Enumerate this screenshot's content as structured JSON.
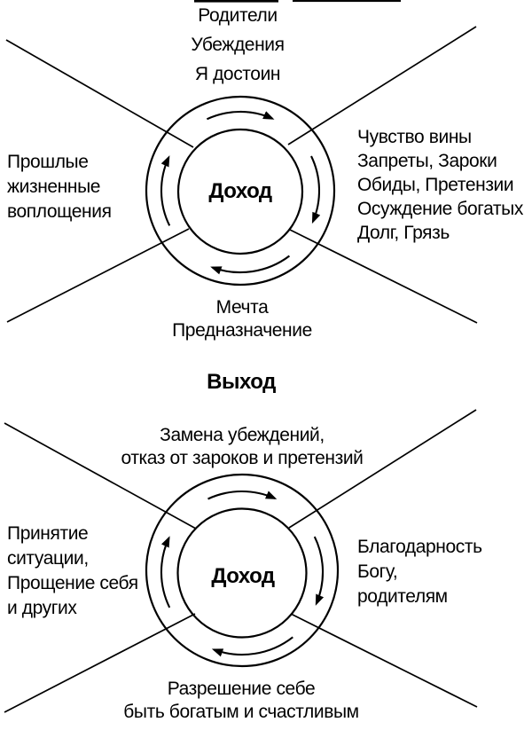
{
  "page": {
    "background": "#ffffff",
    "ink": "#000000"
  },
  "diagram_problems": {
    "center_label": "Доход",
    "top_label": {
      "lines": [
        "Родители",
        "Убеждения",
        "Я достоин"
      ]
    },
    "left_label": {
      "lines": [
        "Прошлые",
        "жизненные",
        "воплощения"
      ]
    },
    "right_label": {
      "lines": [
        "Чувство вины",
        "Запреты, Зароки",
        "Обиды, Претензии",
        "Осуждение богатых",
        "Долг, Грязь"
      ]
    },
    "bottom_label": {
      "lines": [
        "Мечта",
        "Предназначение"
      ]
    }
  },
  "section_heading": {
    "text": "Выход"
  },
  "diagram_solutions": {
    "center_label": "Доход",
    "top_label": {
      "lines": [
        "Замена убеждений,",
        "отказ от зароков и претензий"
      ]
    },
    "left_label": {
      "lines": [
        "Принятие",
        "ситуации,",
        "Прощение себя",
        "и других"
      ]
    },
    "right_label": {
      "lines": [
        "Благодарность",
        "Богу,",
        "родителям"
      ]
    },
    "bottom_label": {
      "lines": [
        "Разрешение себе",
        "быть богатым и счастливым"
      ]
    }
  }
}
